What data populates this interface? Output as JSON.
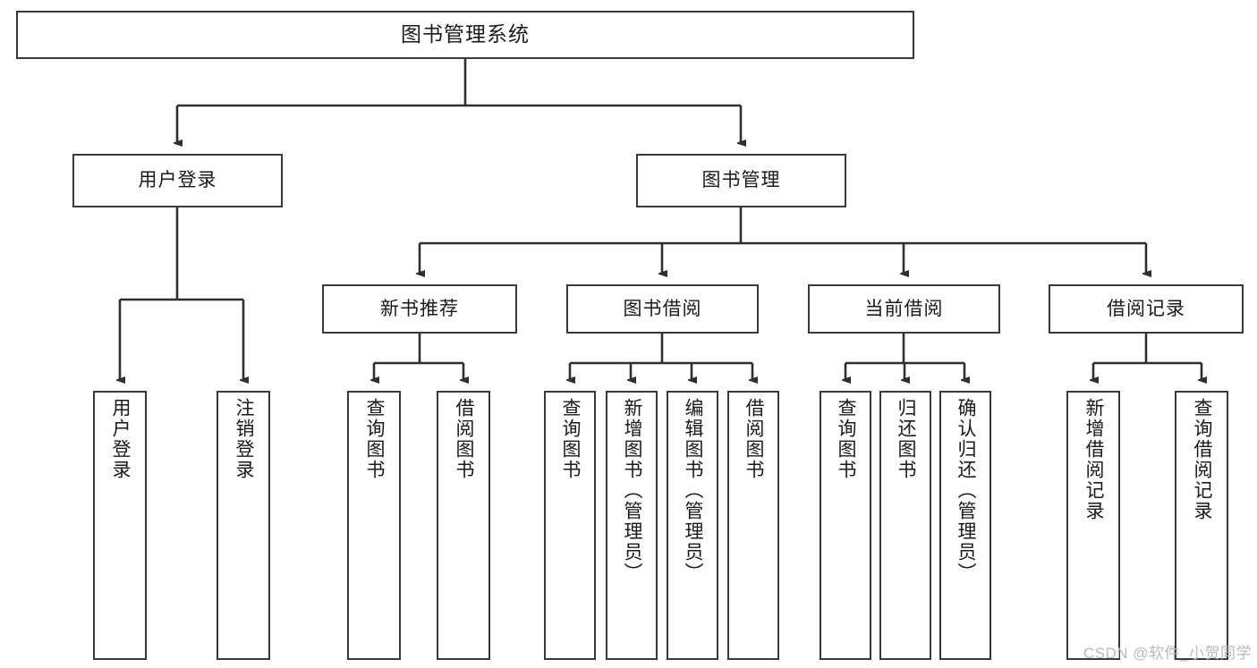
{
  "diagram": {
    "type": "tree",
    "title_node": "图书管理系统",
    "orientation": "top-down",
    "edge_style": "orthogonal-arrow",
    "colors": {
      "box_border": "#3a3a3a",
      "box_fill": "#ffffff",
      "line": "#2f2f2f",
      "text": "#1a1a1a",
      "watermark": "#b9b9b9"
    }
  },
  "nodes": {
    "root": {
      "label": "图书管理系统"
    },
    "level2": [
      {
        "id": "user-login",
        "label": "用户登录"
      },
      {
        "id": "book-manage",
        "label": "图书管理"
      }
    ],
    "level3": [
      {
        "id": "new-book-recommend",
        "label": "新书推荐"
      },
      {
        "id": "book-borrow",
        "label": "图书借阅"
      },
      {
        "id": "current-borrow",
        "label": "当前借阅"
      },
      {
        "id": "borrow-record",
        "label": "借阅记录"
      }
    ],
    "leaves": {
      "user_login": [
        {
          "id": "leaf-user-login",
          "label": "用户登录"
        },
        {
          "id": "leaf-logout-login",
          "label": "注销登录"
        }
      ],
      "new_book_recommend": [
        {
          "id": "leaf-query-book-1",
          "label": "查询图书"
        },
        {
          "id": "leaf-borrow-book-1",
          "label": "借阅图书"
        }
      ],
      "book_borrow": [
        {
          "id": "leaf-query-book-2",
          "label": "查询图书"
        },
        {
          "id": "leaf-add-book",
          "label": "新增图书（管理员）"
        },
        {
          "id": "leaf-edit-book",
          "label": "编辑图书（管理员）"
        },
        {
          "id": "leaf-borrow-book-2",
          "label": "借阅图书"
        }
      ],
      "current_borrow": [
        {
          "id": "leaf-query-book-3",
          "label": "查询图书"
        },
        {
          "id": "leaf-return-book",
          "label": "归还图书"
        },
        {
          "id": "leaf-confirm-return",
          "label": "确认归还（管理员）"
        }
      ],
      "borrow_record": [
        {
          "id": "leaf-add-record",
          "label": "新增借阅记录"
        },
        {
          "id": "leaf-query-record",
          "label": "查询借阅记录"
        }
      ]
    }
  },
  "watermark": {
    "text": "CSDN @软件_小贺同学"
  }
}
